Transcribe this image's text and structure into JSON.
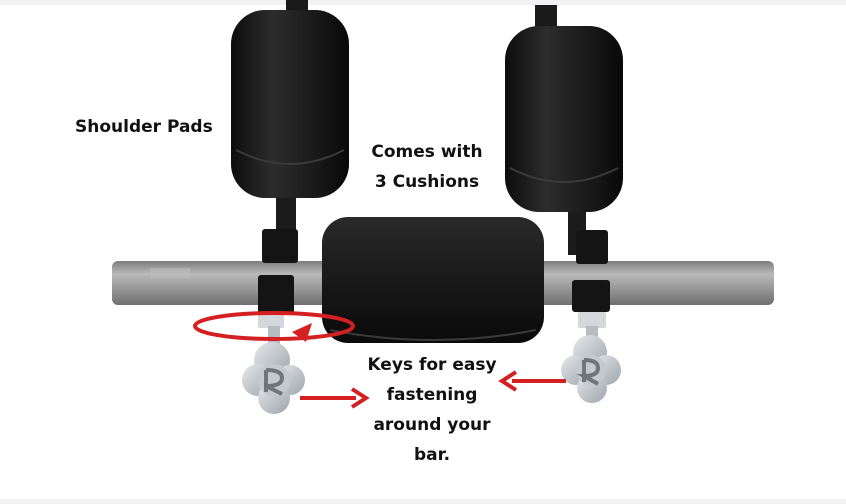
{
  "captions": {
    "shoulder_pads": "Shoulder Pads",
    "cushions_line1": "Comes with",
    "cushions_line2": "3 Cushions",
    "keys_line1": "Keys for easy",
    "keys_line2": "fastening",
    "keys_line3": "around your",
    "keys_line4": "bar."
  },
  "colors": {
    "annotation": "#d42020",
    "pad": "#1e1e1e",
    "bar": "#9c9c9c",
    "key": "#c9ced3",
    "text": "#111111"
  }
}
